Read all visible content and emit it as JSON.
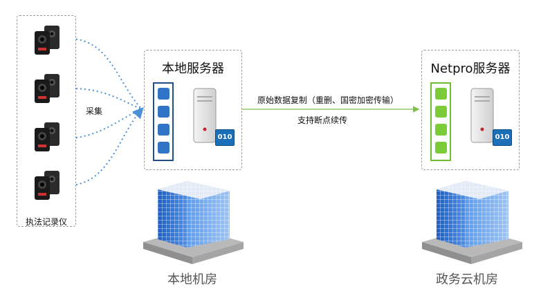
{
  "recorder_group": {
    "caption": "执法记录仪",
    "count": 4
  },
  "collect_label": "采集",
  "local_server": {
    "title": "本地服务器",
    "badge": "010"
  },
  "cloud_server": {
    "title": "Netpro服务器",
    "badge": "010"
  },
  "link": {
    "line1": "原始数据复制（重删、国密加密传输）",
    "line2": "支持断点续传"
  },
  "local_room_label": "本地机房",
  "cloud_room_label": "政务云机房",
  "colors": {
    "dotted": "#4a90d9",
    "link": "#7cbf4a",
    "blue_db": "#2f74c7",
    "green_db": "#7ccc3a",
    "badge": "#1b6fb8"
  }
}
